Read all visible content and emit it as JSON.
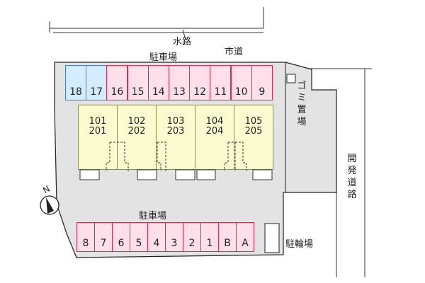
{
  "labels": {
    "waterway": "水路",
    "city_road": "市道",
    "parking_top": "駐車場",
    "parking_bottom": "駐車場",
    "garbage": "ゴミ置場",
    "dev_road": "開発道路",
    "bicycle": "駐輪場",
    "north": "N"
  },
  "top_parking": [
    "18",
    "17",
    "16",
    "15",
    "14",
    "13",
    "12",
    "11",
    "10",
    "9"
  ],
  "top_parking_colors": [
    "blue",
    "blue",
    "pink",
    "pink",
    "pink",
    "pink",
    "pink",
    "pink",
    "pink",
    "pink"
  ],
  "bottom_parking": [
    "8",
    "7",
    "6",
    "5",
    "4",
    "3",
    "2",
    "1",
    "B",
    "A"
  ],
  "units": [
    {
      "upper": "101",
      "lower": "201"
    },
    {
      "upper": "102",
      "lower": "202"
    },
    {
      "upper": "103",
      "lower": "203"
    },
    {
      "upper": "104",
      "lower": "204"
    },
    {
      "upper": "105",
      "lower": "205"
    }
  ],
  "colors": {
    "lot": "#e3e3e3",
    "parking_pink": "#ffe0ea",
    "parking_blue": "#d4ecff",
    "building": "#fbfbcf"
  }
}
